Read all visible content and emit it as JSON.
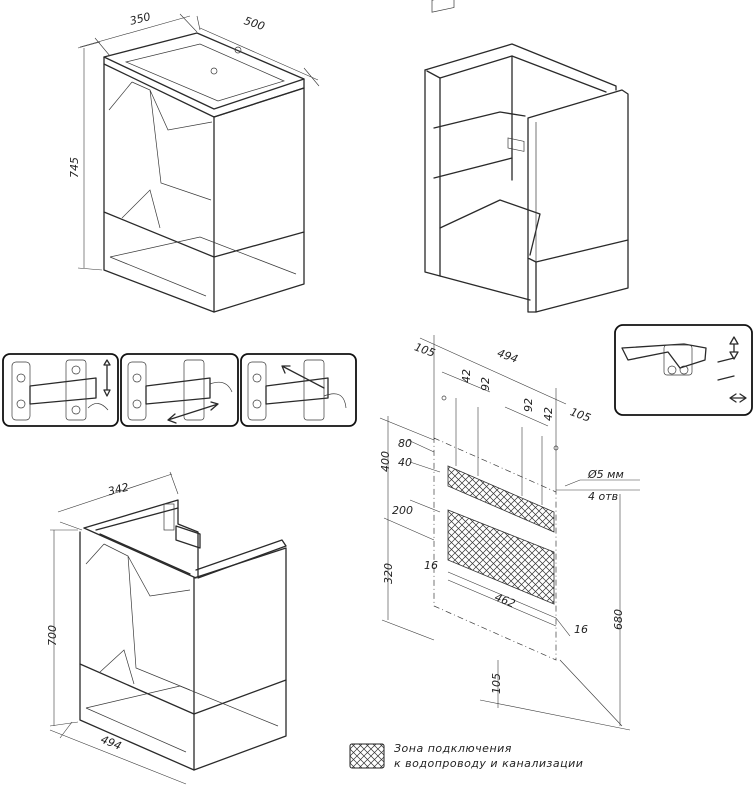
{
  "dimensions": {
    "view1_depth": "350",
    "view1_width": "500",
    "view1_height": "745",
    "view3_depth": "342",
    "view3_height": "700",
    "view3_width": "494",
    "mount_top_width": "494",
    "mount_right_offset": "105",
    "mount_left_offset": "105",
    "hole_left_a": "42",
    "hole_left_b": "92",
    "hole_right_a": "92",
    "hole_right_b": "42",
    "height_400": "400",
    "height_80": "80",
    "height_40": "40",
    "height_200": "200",
    "height_320": "320",
    "side_16_left": "16",
    "side_16_right": "16",
    "zone_width": "462",
    "total_680": "680",
    "bottom_105": "105",
    "hole_spec_diameter": "Ø5 мм",
    "hole_spec_count": "4 отв"
  },
  "legend": {
    "line1": "Зона подключения",
    "line2": "к водопроводу и канализации"
  }
}
